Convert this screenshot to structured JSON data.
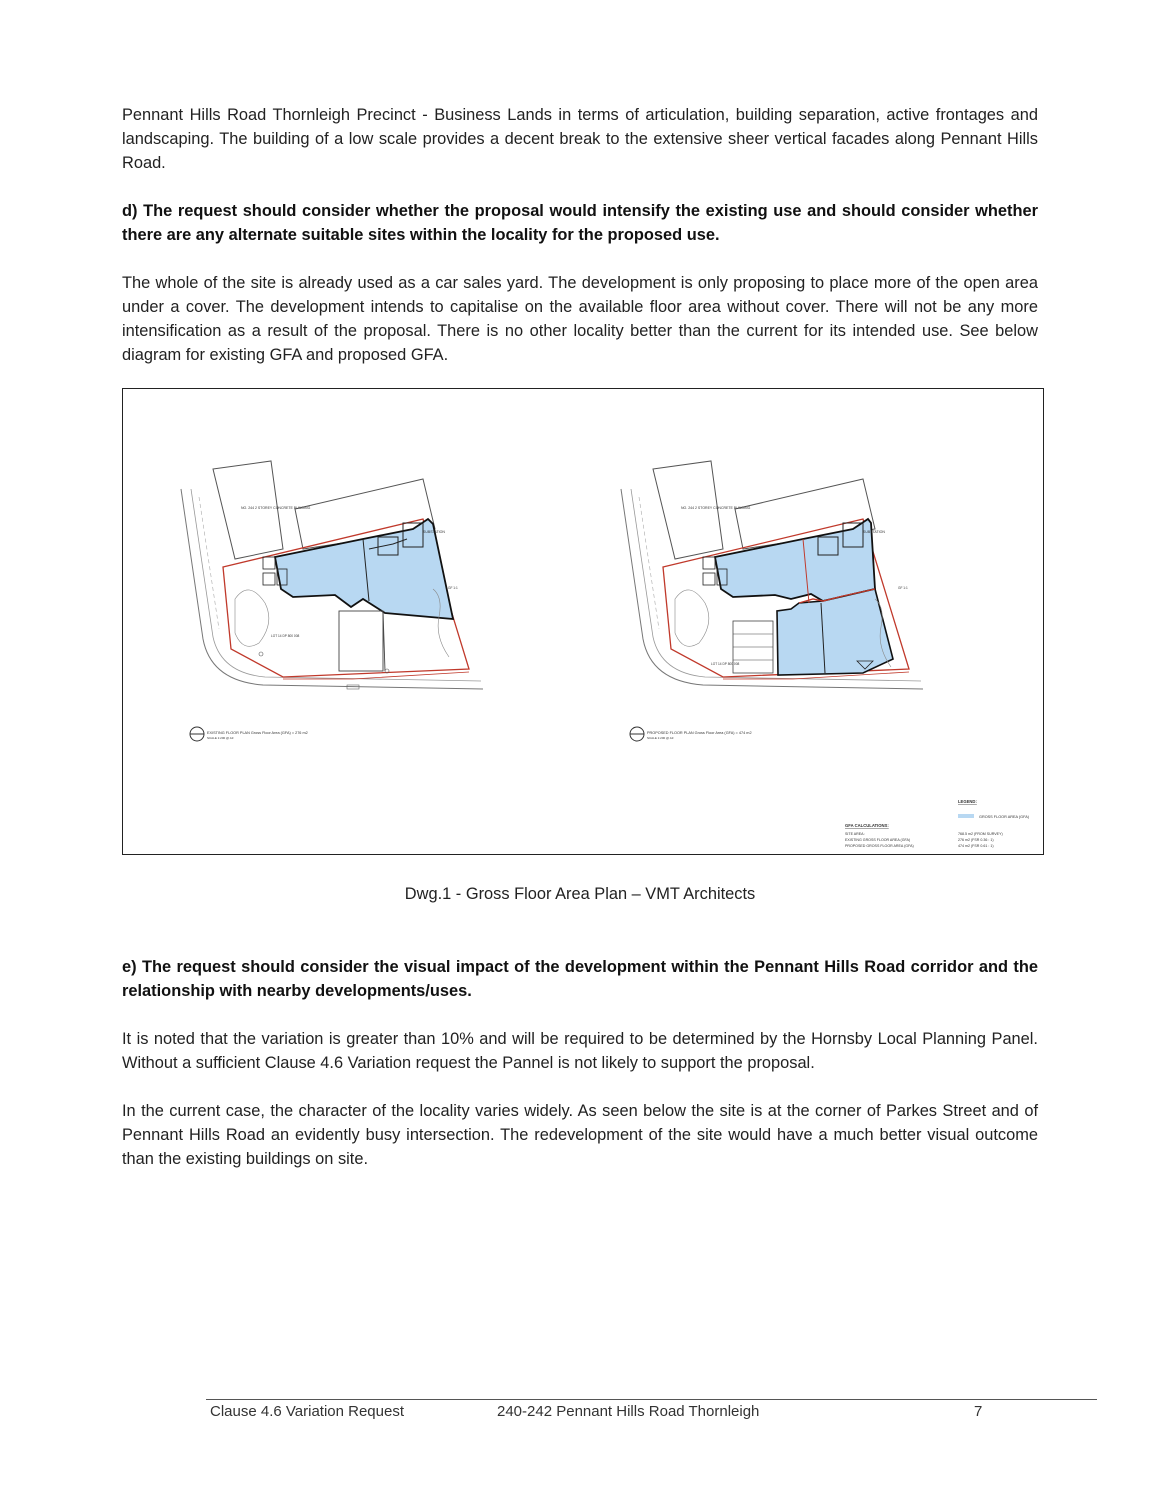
{
  "paragraphs": {
    "intro": "Pennant Hills Road Thornleigh Precinct - Business Lands in terms of articulation, building separation, active frontages and landscaping.  The building of a low scale provides a decent break to the extensive sheer vertical facades along Pennant Hills Road.",
    "heading_d": "d) The request should consider whether the proposal would intensify the existing use and should consider whether there are any alternate suitable sites within the locality for the proposed use.",
    "body_d": "The whole of the site is already used as a car sales yard. The development is only proposing to place more of the open area under a cover.  The development intends to capitalise on the available floor area without cover.  There will not be any more intensification as a result of the proposal.  There is no other locality better than the current for its intended use. See below diagram for existing GFA and proposed GFA.",
    "heading_e": "e) The request should consider the visual impact of the development within the Pennant Hills Road corridor and the relationship with nearby developments/uses.",
    "body_e1": "It is noted that the variation is greater than 10% and will be required to be determined by the Hornsby Local Planning Panel. Without a sufficient Clause 4.6 Variation request the Pannel is not likely to support the proposal.",
    "body_e2": "In the current case, the character of the locality varies widely. As seen below the site is at the corner of Parkes Street and of Pennant Hills Road an evidently busy intersection. The redevelopment of the site would have a much better visual outcome than the existing buildings on site."
  },
  "figure": {
    "caption": "Dwg.1 - Gross Floor Area Plan – VMT Architects",
    "existing_plan_label": "EXISTING FLOOR PLAN Gross Floor Area (GFA) = 276 m2",
    "proposed_plan_label": "PROPOSED FLOOR PLAN Gross Floor Area (GFA) = 474 m2",
    "scale_label": "SCALE 1:200 @ A3",
    "neighbour_label": "NO. 244 2 STOREY CONCRETE BUILDING",
    "substation_label": "SUBSTATION",
    "lot_label": "LOT 14 DP 800 008",
    "legend": {
      "title": "LEGEND:",
      "item": "GROSS FLOOR AREA (GFA)",
      "gfa_color": "#b8d8f2"
    },
    "gfa_calculations": {
      "title": "GFA CALCULATIONS:",
      "rows": [
        {
          "label": "SITE AREA:",
          "value": "768.5 m2 (FROM SURVEY)"
        },
        {
          "label": "EXISTING GROSS FLOOR AREA (GFA)",
          "value": "276 m2   (FSR 0.36 : 1)"
        },
        {
          "label": "PROPOSED GROSS FLOOR AREA (GFA)",
          "value": "474 m2   (FSR 0.61 : 1)"
        }
      ]
    }
  },
  "footer": {
    "document_title": "Clause 4.6 Variation Request",
    "address": "240-242 Pennant Hills Road Thornleigh",
    "page_number": "7"
  }
}
